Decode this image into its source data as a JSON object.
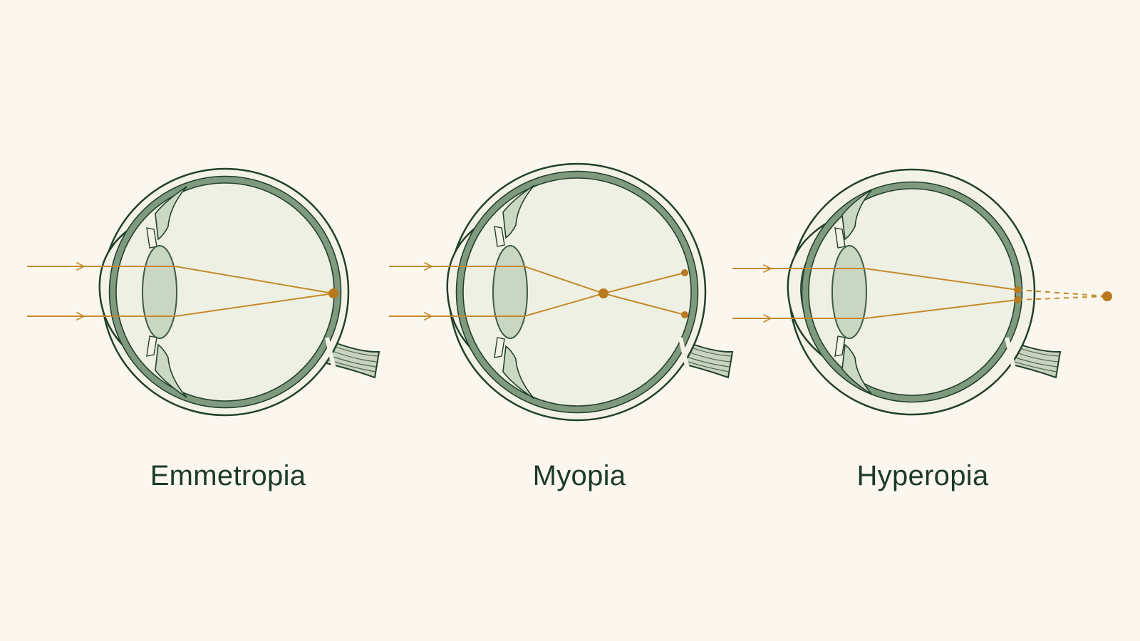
{
  "colors": {
    "background": "#fbf7ef",
    "outline": "#22402c",
    "sclera_fill": "#f4f2e6",
    "choroid_band": "#7f9a7e",
    "ciliary_fill": "#cbd8c3",
    "lens_fill": "#c9d6c1",
    "lens_stroke": "#3d5a44",
    "vitreous_fill": "#eef0e4",
    "light_ray": "#c48a2c",
    "focal_point": "#b9791f",
    "caption_text": "#1c3a27"
  },
  "icons": [
    "eye-cross-section-icon",
    "arrow-right-icon",
    "focal-point-dot"
  ],
  "panels": [
    {
      "id": "emmetropia",
      "caption": "Emmetropia",
      "focus": "on-retina"
    },
    {
      "id": "myopia",
      "caption": "Myopia",
      "focus": "in-front-of-retina"
    },
    {
      "id": "hyperopia",
      "caption": "Hyperopia",
      "focus": "behind-retina"
    }
  ]
}
